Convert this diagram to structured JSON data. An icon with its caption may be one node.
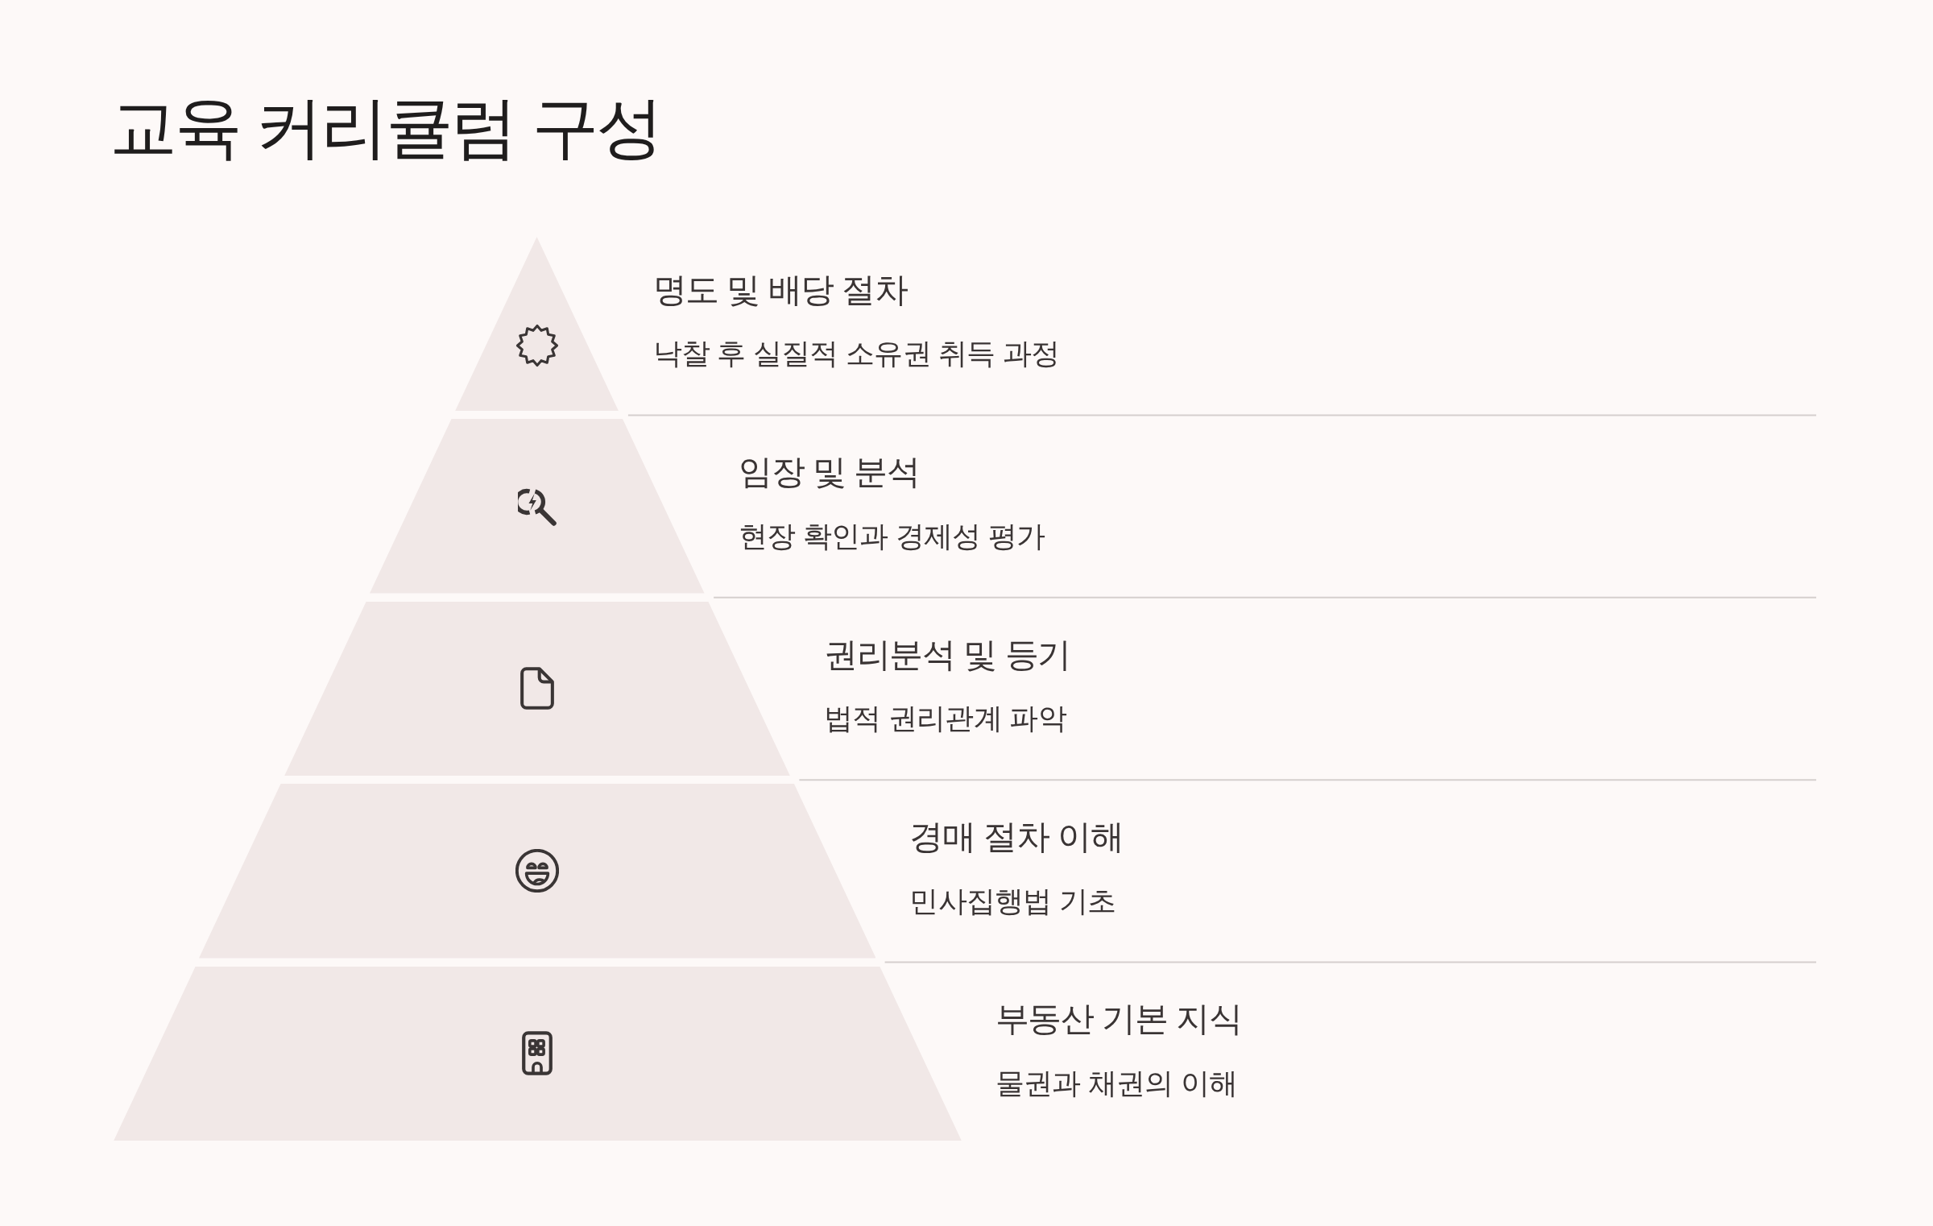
{
  "diagram": {
    "title": "교육 커리큘럼 구성",
    "nodes": [
      {
        "text": [
          "명도 및 배당 절차",
          "낙찰 후 실질적 소유권 취득 과정"
        ]
      },
      {
        "text": [
          "임장 및 분석",
          "현장 확인과 경제성 평가"
        ]
      },
      {
        "text": [
          "권리분석 및 등기",
          "법적 권리관계 파악"
        ]
      },
      {
        "text": [
          "경매 절차 이해",
          "민사집행법 기초"
        ]
      },
      {
        "text": [
          "부동산 기본 지식",
          "물권과 채권의 이해"
        ]
      }
    ]
  }
}
